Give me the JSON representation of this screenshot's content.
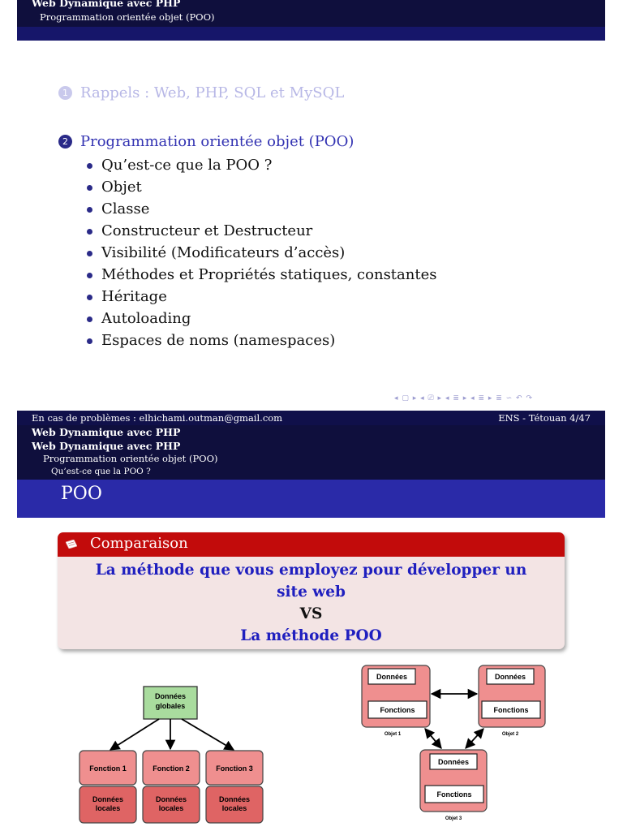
{
  "slide1": {
    "header_title": "Web Dynamique avec PHP",
    "header_subtitle": "Programmation orientée objet (POO)",
    "toc": [
      {
        "num": "1",
        "label": "Rappels : Web, PHP, SQL et MySQL"
      },
      {
        "num": "2",
        "label": "Programmation orientée objet (POO)"
      }
    ],
    "subsections": [
      "Qu’est-ce que la POO ?",
      "Objet",
      "Classe",
      "Constructeur et Destructeur",
      "Visibilité (Modificateurs d’accès)",
      "Méthodes et Propriétés statiques, constantes",
      "Héritage",
      "Autoloading",
      "Espaces de noms (namespaces)"
    ],
    "nav_icons": "◂ ▢ ▸ ◂ ⎚ ▸ ◂ ≣ ▸ ◂ ≣ ▸   ≣   ∽ ↶ ↷",
    "footer_left": "En cas de problèmes : elhichami.outman@gmail.com",
    "footer_right": "ENS - Tétouan 4/47"
  },
  "slide2": {
    "header_line1": "Web Dynamique avec PHP",
    "header_line2": "Web Dynamique avec PHP",
    "header_line3": "Programmation orientée objet (POO)",
    "header_line4": "Qu’est-ce que la POO ?",
    "frame_title": "POO",
    "block": {
      "title": "Comparaison",
      "line1": "La méthode que vous employez pour développer un",
      "line2": "site web",
      "line3": "VS",
      "line4": "La méthode POO"
    },
    "procedural": {
      "global_data": [
        "Données",
        "globales"
      ],
      "functions": [
        "Fonction 1",
        "Fonction 2",
        "Fonction 3"
      ],
      "local_data": [
        "Données",
        "locales"
      ]
    },
    "oop": {
      "data_label": "Données",
      "functions_label": "Fonctions",
      "objects": [
        "Objet 1",
        "Objet 2",
        "Objet 3"
      ]
    }
  },
  "colors": {
    "dark_navy": "#0f0f3d",
    "beamer_blue": "#2a2aa8",
    "block_red": "#c20b0b",
    "block_body": "#f3e4e4",
    "node_pink": "#ef8f8f",
    "node_green": "#a9dc9e"
  }
}
